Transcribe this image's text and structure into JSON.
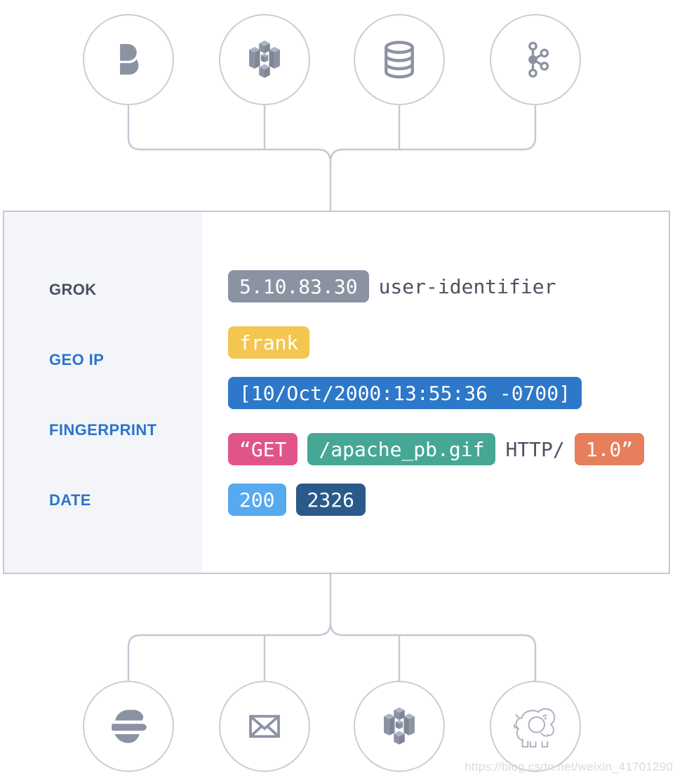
{
  "inputs": [
    "beats-icon",
    "s3-icon",
    "database-icon",
    "kafka-icon"
  ],
  "filters": [
    "GROK",
    "GEO IP",
    "FINGERPRINT",
    "DATE"
  ],
  "log_fields": {
    "client_ip": "5.10.83.30",
    "ident": "user-identifier",
    "auth_user": "frank",
    "timestamp": "[10/Oct/2000:13:55:36 -0700]",
    "method": "“GET",
    "request_path": "/apache_pb.gif",
    "protocol": "HTTP/",
    "http_version": "1.0”",
    "status_code": "200",
    "bytes": "2326"
  },
  "outputs": [
    "elasticsearch-icon",
    "email-icon",
    "s3-icon",
    "hadoop-icon"
  ],
  "watermark": "https://blog.csdn.net/weixin_41701290",
  "colors": {
    "badge-gray": "#8b93a3",
    "badge-yellow": "#f3c64f",
    "badge-blue": "#2e78c9",
    "badge-pink": "#e0548a",
    "badge-teal": "#46a795",
    "badge-orange": "#e77e5c",
    "badge-lightblue": "#57a9f0",
    "badge-navy": "#2a5a8a",
    "label-dark": "#4a505e",
    "label-blue": "#2b74cc",
    "text-mono": "#4c5260",
    "line": "#c4c8d3",
    "circle-border": "#c9cdd6",
    "icon-fill": "#8b93a3",
    "icon-light": "#adb4c1",
    "icon-dark": "#7e8797",
    "sidebar-bg": "#f3f5f9",
    "panel-border": "#c5c9d3",
    "watermark-color": "#d8dbe2"
  }
}
